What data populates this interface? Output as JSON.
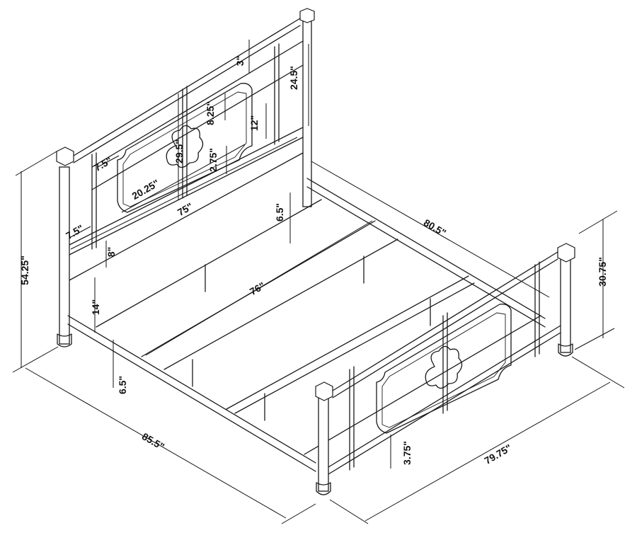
{
  "diagram": {
    "line_color": "#111111",
    "background": "#ffffff",
    "dimensions": {
      "overall_height": "54.25\"",
      "overall_length": "85.5\"",
      "overall_width": "79.75\"",
      "footboard_height": "30.75\"",
      "inner_width": "80.5\"",
      "headboard_top_rail": "3\"",
      "headboard_post_span": "24.5\"",
      "panel_center_height": "8.25\"",
      "panel_side_height": "12\"",
      "panel_height": "29.5\"",
      "panel_bottom_gap": "2.75\"",
      "panel_side_offset": "7.5\"",
      "panel_width": "20.25\"",
      "headboard_rail_width": "75\"",
      "lower_side_offset": "7.5\"",
      "rail_spacing": "8\"",
      "side_rail_height": "6.5\"",
      "clearance": "14\"",
      "slat_length": "76\"",
      "foot_rail_height": "6.5\"",
      "footboard_bottom_gap": "3.75\""
    }
  }
}
